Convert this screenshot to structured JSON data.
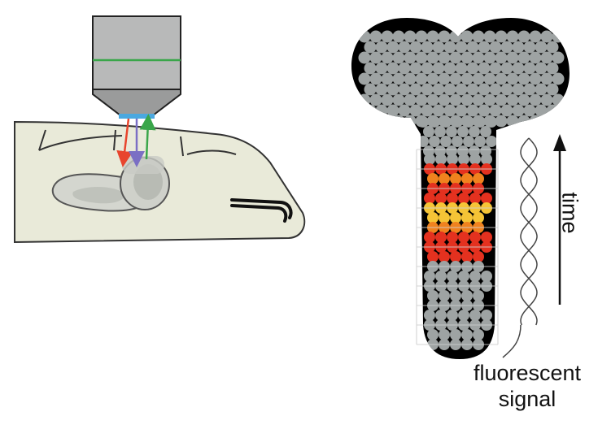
{
  "labels": {
    "time": "time",
    "fluorescent": "fluorescent",
    "signal": "signal"
  },
  "colors": {
    "tissue_fill": "#e9ead9",
    "tissue_stroke": "#333333",
    "objective_gray": "#b8b9b9",
    "objective_band": "#3aa64a",
    "lens_blue": "#4aa8e0",
    "beam_red": "#e8452d",
    "beam_purple": "#7b6fc4",
    "beam_green": "#3aa64a",
    "embryo_outline": "#000000",
    "cell_gray": "#9ea3a3",
    "cell_red": "#e4311f",
    "cell_orange": "#f0821e",
    "cell_yellow": "#f5c436",
    "grid_line": "#cfcfcf",
    "signal_line": "#444444",
    "arrow": "#111111"
  },
  "icons": [
    "microscope-objective-icon",
    "tweezers-icon",
    "time-arrow-icon"
  ]
}
